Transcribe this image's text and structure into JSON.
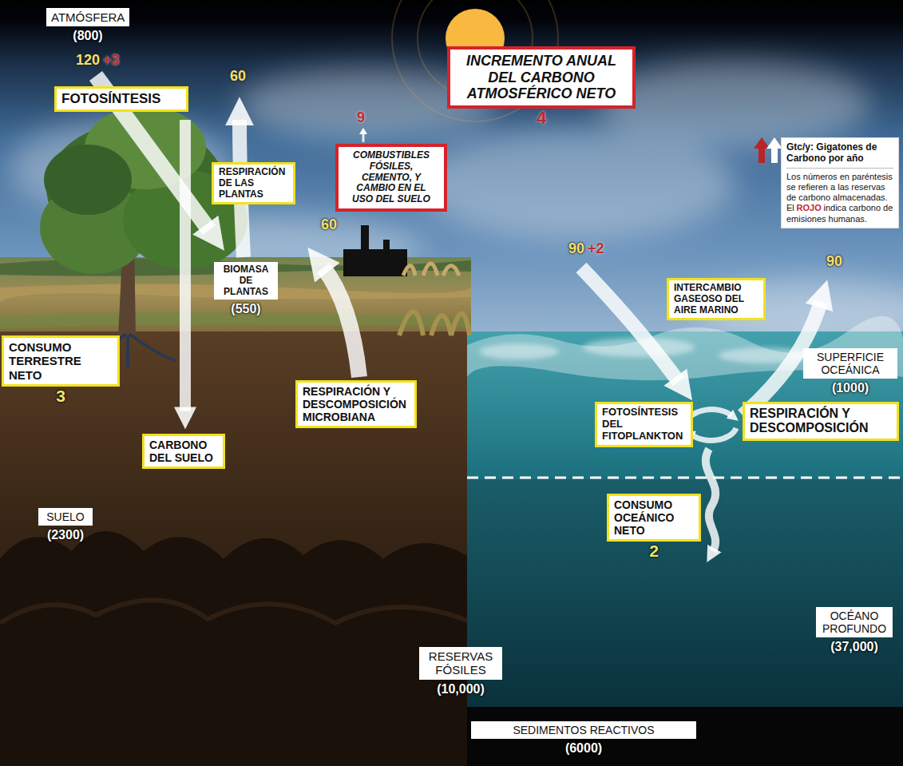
{
  "diagram": {
    "nodes": [
      {
        "text": [
          "ATMÓSFERA",
          "(800)"
        ]
      },
      {
        "text": [
          "FOTOSÍNTESIS"
        ]
      },
      {
        "text": [
          "RESPIRACIÓN DE LAS PLANTAS"
        ]
      },
      {
        "text": [
          "COMBUSTIBLES FÓSILES, CEMENTO, Y CAMBIO EN EL USO DEL SUELO"
        ]
      },
      {
        "text": [
          "INCREMENTO ANUAL DEL CARBONO ATMOSFÉRICO NETO",
          "4"
        ]
      },
      {
        "text": [
          "Gtc/y: Gigatones de Carbono por año",
          "Los números en paréntesis se refieren a las reservas de carbono almacenadas.",
          "El",
          "ROJO",
          "indica carbono de emisiones humanas."
        ]
      },
      {
        "text": [
          "BIOMASA DE PLANTAS",
          "(550)"
        ]
      },
      {
        "text": [
          "CONSUMO TERRESTRE NETO",
          "3"
        ]
      },
      {
        "text": [
          "RESPIRACIÓN Y DESCOMPOSICIÓN MICROBIANA"
        ]
      },
      {
        "text": [
          "CARBONO DEL SUELO"
        ]
      },
      {
        "text": [
          "SUELO",
          "(2300)"
        ]
      },
      {
        "text": [
          "RESERVAS FÓSILES",
          "(10,000)"
        ]
      },
      {
        "text": [
          "INTERCAMBIO GASEOSO DEL AIRE MARINO"
        ]
      },
      {
        "text": [
          "SUPERFICIE OCEÁNICA",
          "(1000)"
        ]
      },
      {
        "text": [
          "FOTOSÍNTESIS DEL FITOPLANKTON"
        ]
      },
      {
        "text": [
          "RESPIRACIÓN Y DESCOMPOSICIÓN"
        ]
      },
      {
        "text": [
          "CONSUMO OCEÁNICO NETO",
          "2"
        ]
      },
      {
        "text": [
          "OCÉANO PROFUNDO",
          "(37,000)"
        ]
      },
      {
        "text": [
          "SEDIMENTOS REACTIVOS",
          "(6000)"
        ]
      }
    ],
    "labels": [
      "120",
      "+3",
      "60",
      "9",
      "60",
      "90",
      "+2",
      "90"
    ]
  }
}
